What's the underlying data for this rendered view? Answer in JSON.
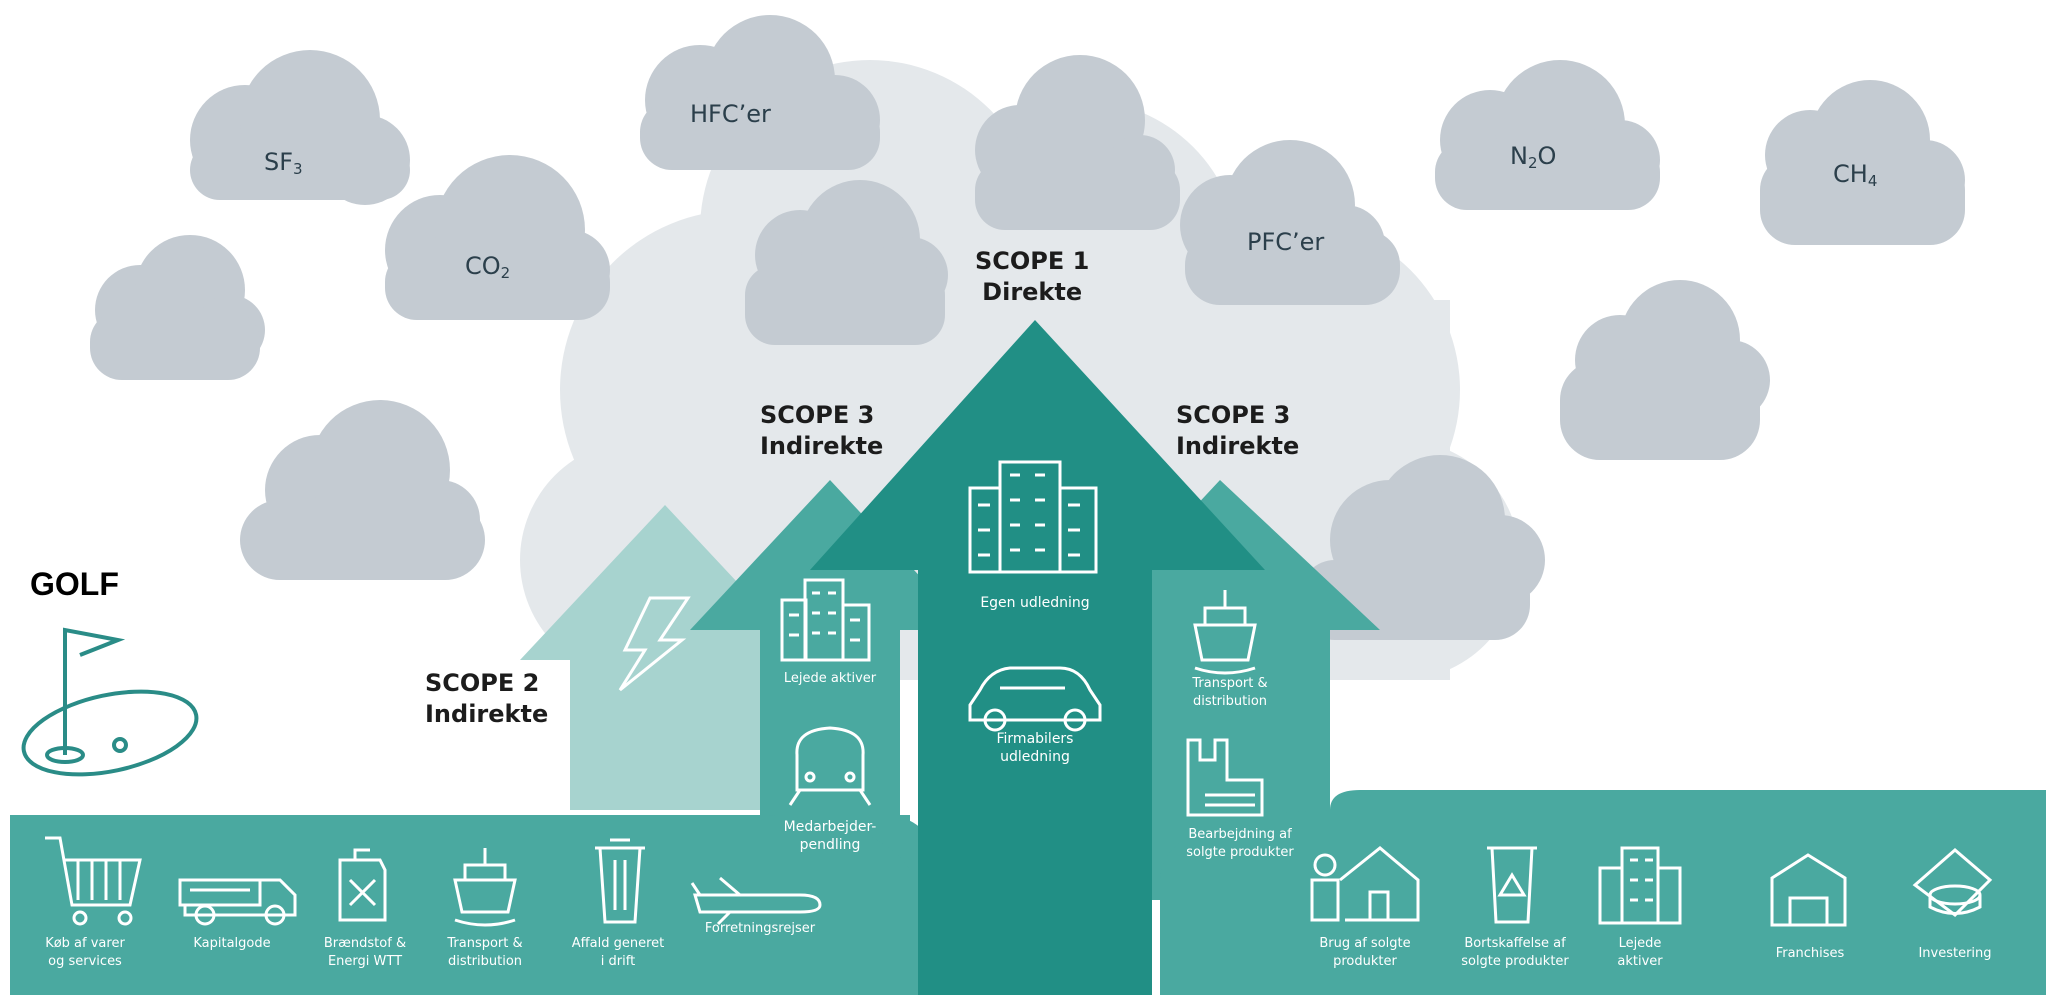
{
  "gases": {
    "sf3": {
      "base": "SF",
      "sub": "3"
    },
    "hfc": "HFC’er",
    "co2": {
      "base": "CO",
      "sub": "2"
    },
    "n2o": {
      "base": "N",
      "sub": "2",
      "rest": "O"
    },
    "ch4": {
      "base": "CH",
      "sub": "4"
    },
    "pfc": "PFC’er"
  },
  "scopes": {
    "scope1": {
      "line1": "SCOPE 1",
      "line2": "Direkte"
    },
    "scope3_left": {
      "line1": "SCOPE 3",
      "line2": "Indirekte"
    },
    "scope3_right": {
      "line1": "SCOPE 3",
      "line2": "Indirekte"
    },
    "scope2": {
      "line1": "SCOPE 2",
      "line2": "Indirekte"
    }
  },
  "golf_label": "GOLF",
  "center_items": {
    "egen": "Egen udledning",
    "firmabiler": "Firmabilers\nudledning"
  },
  "scope3_left_items": {
    "lejede": "Lejede aktiver",
    "medarbejder": "Medarbejder-\npendling",
    "forretning": "Forretningsrejser"
  },
  "scope3_right_items": {
    "transport": "Transport &\ndistribution",
    "bearbejdning": "Bearbejdning af\nsolgte produkter"
  },
  "upstream": [
    {
      "icon": "shopping-cart-icon",
      "label": "Køb af varer\nog services"
    },
    {
      "icon": "truck-icon",
      "label": "Kapitalgode"
    },
    {
      "icon": "fuel-can-icon",
      "label": "Brændstof &\nEnergi WTT"
    },
    {
      "icon": "ship-icon",
      "label": "Transport &\ndistribution"
    },
    {
      "icon": "waste-bin-icon",
      "label": "Affald generet\ni drift"
    }
  ],
  "downstream": [
    {
      "icon": "person-house-icon",
      "label": "Brug af solgte\nprodukter"
    },
    {
      "icon": "recycle-bin-icon",
      "label": "Bortskaffelse af\nsolgte produkter"
    },
    {
      "icon": "building-icon",
      "label": "Lejede\naktiver"
    },
    {
      "icon": "warehouse-icon",
      "label": "Franchises"
    },
    {
      "icon": "coins-icon",
      "label": "Investering"
    }
  ],
  "colors": {
    "cloud_dark": "#c4cbd2",
    "cloud_light": "#e4e8eb",
    "teal_dark": "#218f85",
    "teal_mid": "#4aa9a0",
    "teal_light": "#a7d3cf",
    "golf_icon": "#2a8c87"
  }
}
